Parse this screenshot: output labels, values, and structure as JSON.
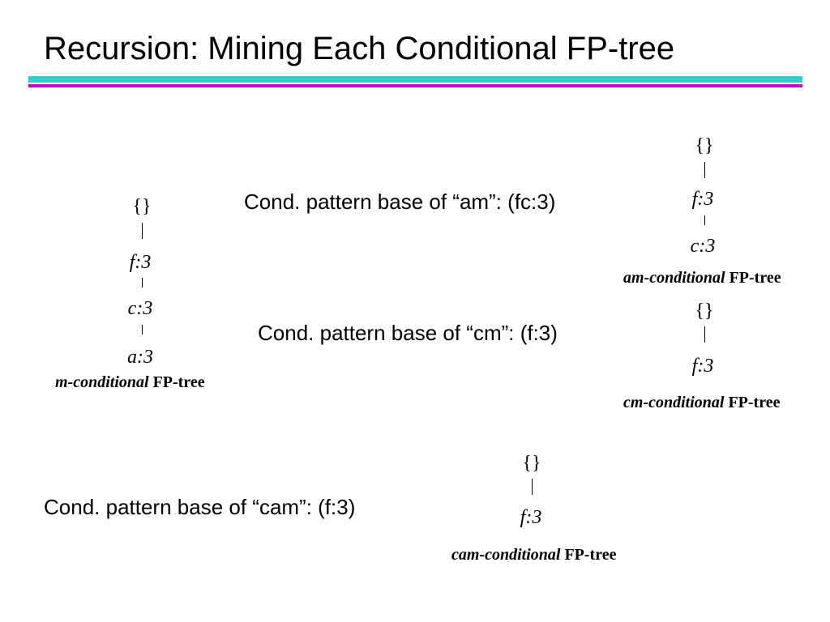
{
  "slide": {
    "title": "Recursion: Mining Each Conditional FP-tree",
    "rule_colors": [
      "#33CCCC",
      "#CC00CC"
    ]
  },
  "m_tree": {
    "nodes": [
      "{}",
      "f:3",
      "c:3",
      "a:3"
    ],
    "label_italic": "m-conditional",
    "label_rest": "FP-tree"
  },
  "am": {
    "caption": "Cond. pattern base of “am”: (fc:3)",
    "nodes": [
      "{}",
      "f:3",
      "c:3"
    ],
    "label_italic": "am-conditional",
    "label_rest": "FP-tree"
  },
  "cm": {
    "caption": "Cond. pattern base of “cm”: (f:3)",
    "nodes": [
      "{}",
      "f:3"
    ],
    "label_italic": "cm-conditional",
    "label_rest": "FP-tree"
  },
  "cam": {
    "caption": "Cond. pattern base of “cam”: (f:3)",
    "nodes": [
      "{}",
      "f:3"
    ],
    "label_italic": "cam-conditional",
    "label_rest": "FP-tree"
  }
}
